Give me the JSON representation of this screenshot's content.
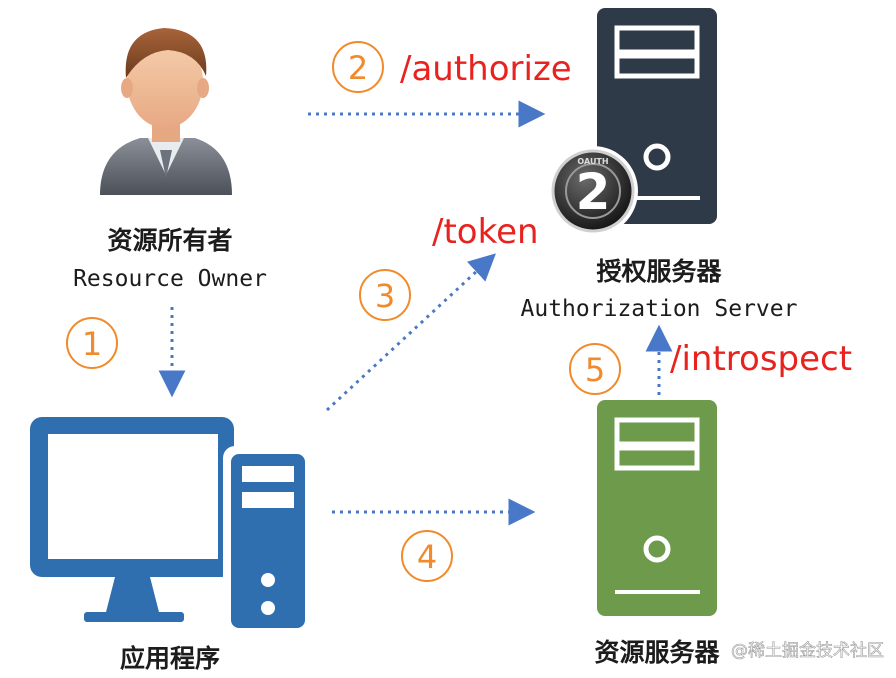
{
  "colors": {
    "server_dark": "#2e3a48",
    "server_green": "#6e9a4c",
    "computer_blue": "#2f6fb0",
    "arrow_blue": "#4a78c8",
    "step_orange": "#f08a2a",
    "endpoint_red": "#e8231f",
    "text_dark": "#1c1c1c"
  },
  "resource_owner": {
    "icon": "person-icon",
    "label_cn": "资源所有者",
    "label_en": "Resource Owner"
  },
  "authorization_server": {
    "icon": "server-icon",
    "badge_icon": "oauth2-badge-icon",
    "badge_number": "2",
    "badge_text_top": "OAUTH",
    "label_cn": "授权服务器",
    "label_en": "Authorization Server"
  },
  "application": {
    "icon": "computer-icon",
    "label_cn": "应用程序"
  },
  "resource_server": {
    "icon": "server-icon",
    "label_cn": "资源服务器"
  },
  "steps": [
    {
      "number": "1"
    },
    {
      "number": "2",
      "endpoint": "/authorize"
    },
    {
      "number": "3",
      "endpoint": "/token"
    },
    {
      "number": "4"
    },
    {
      "number": "5",
      "endpoint": "/introspect"
    }
  ],
  "watermark": "@稀土掘金技术社区"
}
